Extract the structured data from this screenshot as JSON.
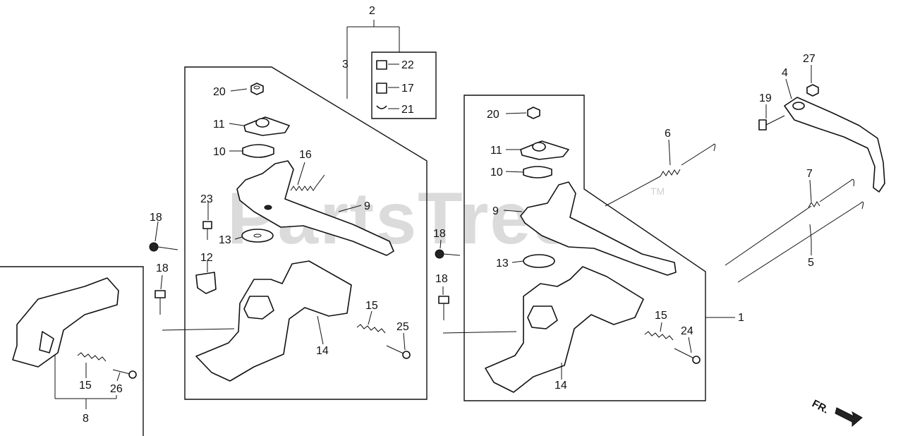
{
  "watermark": {
    "text": "PartsTree",
    "trademark": "TM"
  },
  "direction": {
    "label": "FR."
  },
  "callouts": {
    "n1": "1",
    "n2": "2",
    "n3": "3",
    "n4": "4",
    "n5": "5",
    "n6": "6",
    "n7": "7",
    "n8": "8",
    "n9": "9",
    "n10": "10",
    "n11": "11",
    "n12": "12",
    "n13": "13",
    "n14": "14",
    "n15": "15",
    "n16": "16",
    "n17": "17",
    "n18": "18",
    "n19": "19",
    "n20": "20",
    "n21": "21",
    "n22": "22",
    "n23": "23",
    "n24": "24",
    "n25": "25",
    "n26": "26",
    "n27": "27"
  }
}
